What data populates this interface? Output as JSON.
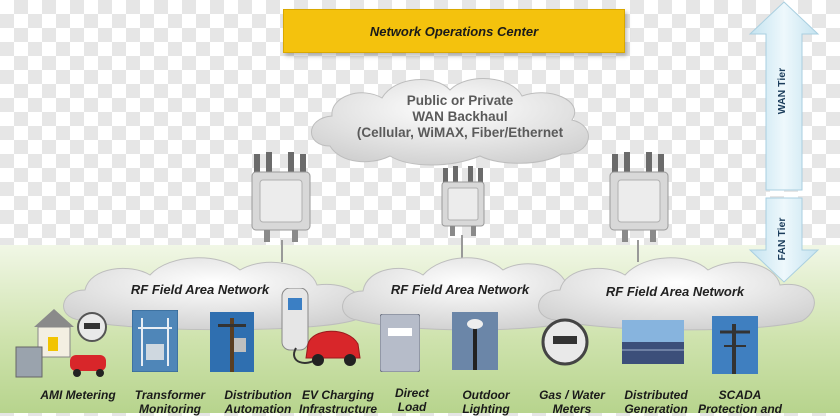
{
  "header": {
    "noc_label": "Network Operations Center"
  },
  "wan_cloud": {
    "lines": [
      "Public or Private",
      "WAN Backhaul",
      "(Cellular, WiMAX, Fiber/Ethernet"
    ]
  },
  "field_networks": [
    {
      "label": "RF Field Area Network"
    },
    {
      "label": "RF Field Area Network"
    },
    {
      "label": "RF Field Area Network"
    }
  ],
  "tiers": {
    "wan": "WAN Tier",
    "fan": "FAN Tier"
  },
  "endpoints": [
    {
      "line1": "AMI Metering",
      "line2": ""
    },
    {
      "line1": "Transformer",
      "line2": "Monitoring"
    },
    {
      "line1": "Distribution",
      "line2": "Automation"
    },
    {
      "line1": "EV Charging",
      "line2": "Infrastructure"
    },
    {
      "line1": "Direct",
      "line2": "Load"
    },
    {
      "line1": "Outdoor",
      "line2": "Lighting"
    },
    {
      "line1": "Gas / Water",
      "line2": "Meters"
    },
    {
      "line1": "Distributed",
      "line2": "Generation"
    },
    {
      "line1": "SCADA",
      "line2": "Protection and"
    }
  ],
  "colors": {
    "noc_fill": "#f4c20d",
    "arrow": "#d6ecf5",
    "grass": "#b7d48d"
  }
}
